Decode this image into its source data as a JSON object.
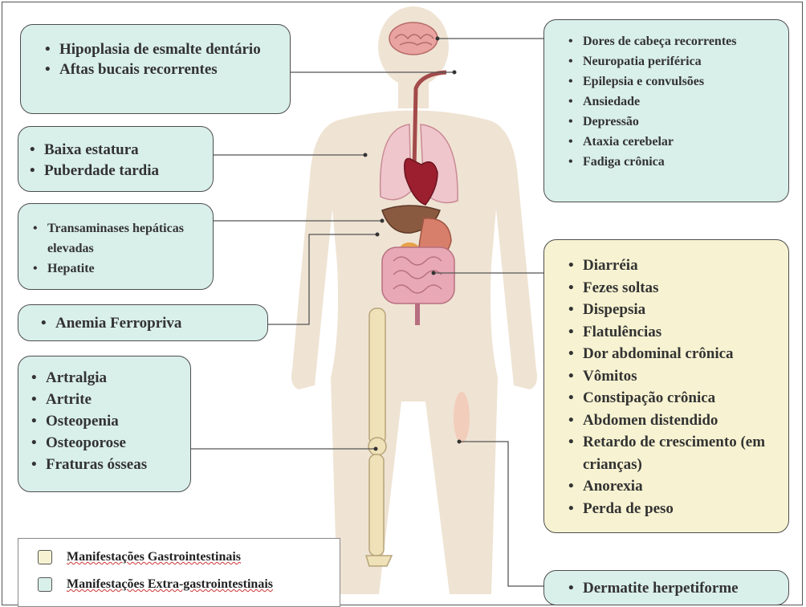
{
  "boxes": {
    "dental": {
      "items": [
        "Hipoplasia de esmalte dentário",
        "Aftas bucais recorrentes"
      ]
    },
    "growth": {
      "items": [
        "Baixa estatura",
        "Puberdade tardia"
      ]
    },
    "liver": {
      "items": [
        "Transaminases hepáticas elevadas",
        "Hepatite"
      ]
    },
    "anemia": {
      "items": [
        "Anemia Ferropriva"
      ]
    },
    "bones": {
      "items": [
        "Artralgia",
        "Artrite",
        "Osteopenia",
        "Osteoporose",
        "Fraturas ósseas"
      ]
    },
    "neuro": {
      "items": [
        "Dores de cabeça recorrentes",
        "Neuropatia periférica",
        "Epilepsia e convulsões",
        "Ansiedade",
        "Depressão",
        "Ataxia cerebelar",
        "Fadiga crônica"
      ]
    },
    "gastro": {
      "items": [
        "Diarréia",
        "Fezes soltas",
        "Dispepsia",
        "Flatulências",
        "Dor abdominal crônica",
        "Vômitos",
        "Constipação crônica",
        "Abdomen distendido",
        "Retardo de crescimento (em crianças)",
        "Anorexia",
        "Perda de peso"
      ]
    },
    "skin": {
      "items": [
        "Dermatite herpetiforme"
      ]
    }
  },
  "legend": {
    "gastro": {
      "label": "Manifestações Gastrointestinais",
      "color": "#f7f3d2"
    },
    "extra": {
      "label": "Manifestações Extra-gastrointestinais",
      "color": "#d9efea"
    }
  }
}
